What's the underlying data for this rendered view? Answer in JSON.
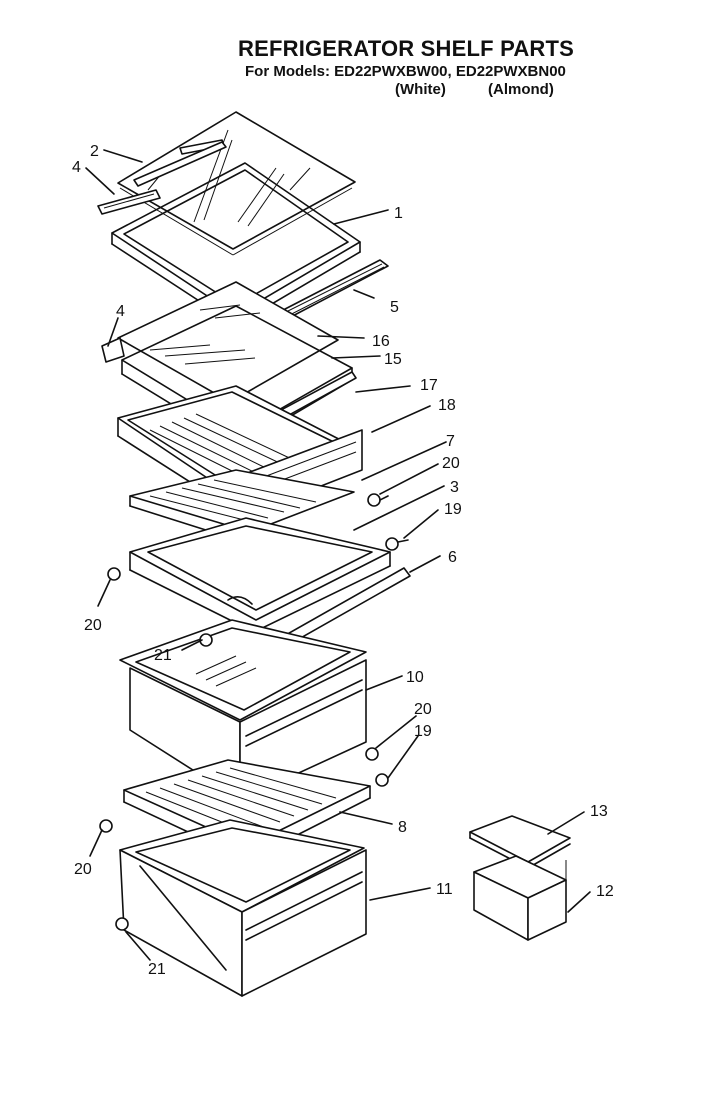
{
  "header": {
    "title": "REFRIGERATOR SHELF PARTS",
    "models_line": "For Models: ED22PWXBW00, ED22PWXBN00",
    "variant_white": "(White)",
    "variant_almond": "(Almond)"
  },
  "callouts": [
    "1",
    "2",
    "4",
    "5",
    "4",
    "16",
    "15",
    "17",
    "18",
    "7",
    "20",
    "3",
    "19",
    "6",
    "20",
    "21",
    "10",
    "20",
    "19",
    "8",
    "20",
    "11",
    "21",
    "13",
    "12"
  ],
  "colors": {
    "line": "#111111",
    "background": "#ffffff"
  }
}
